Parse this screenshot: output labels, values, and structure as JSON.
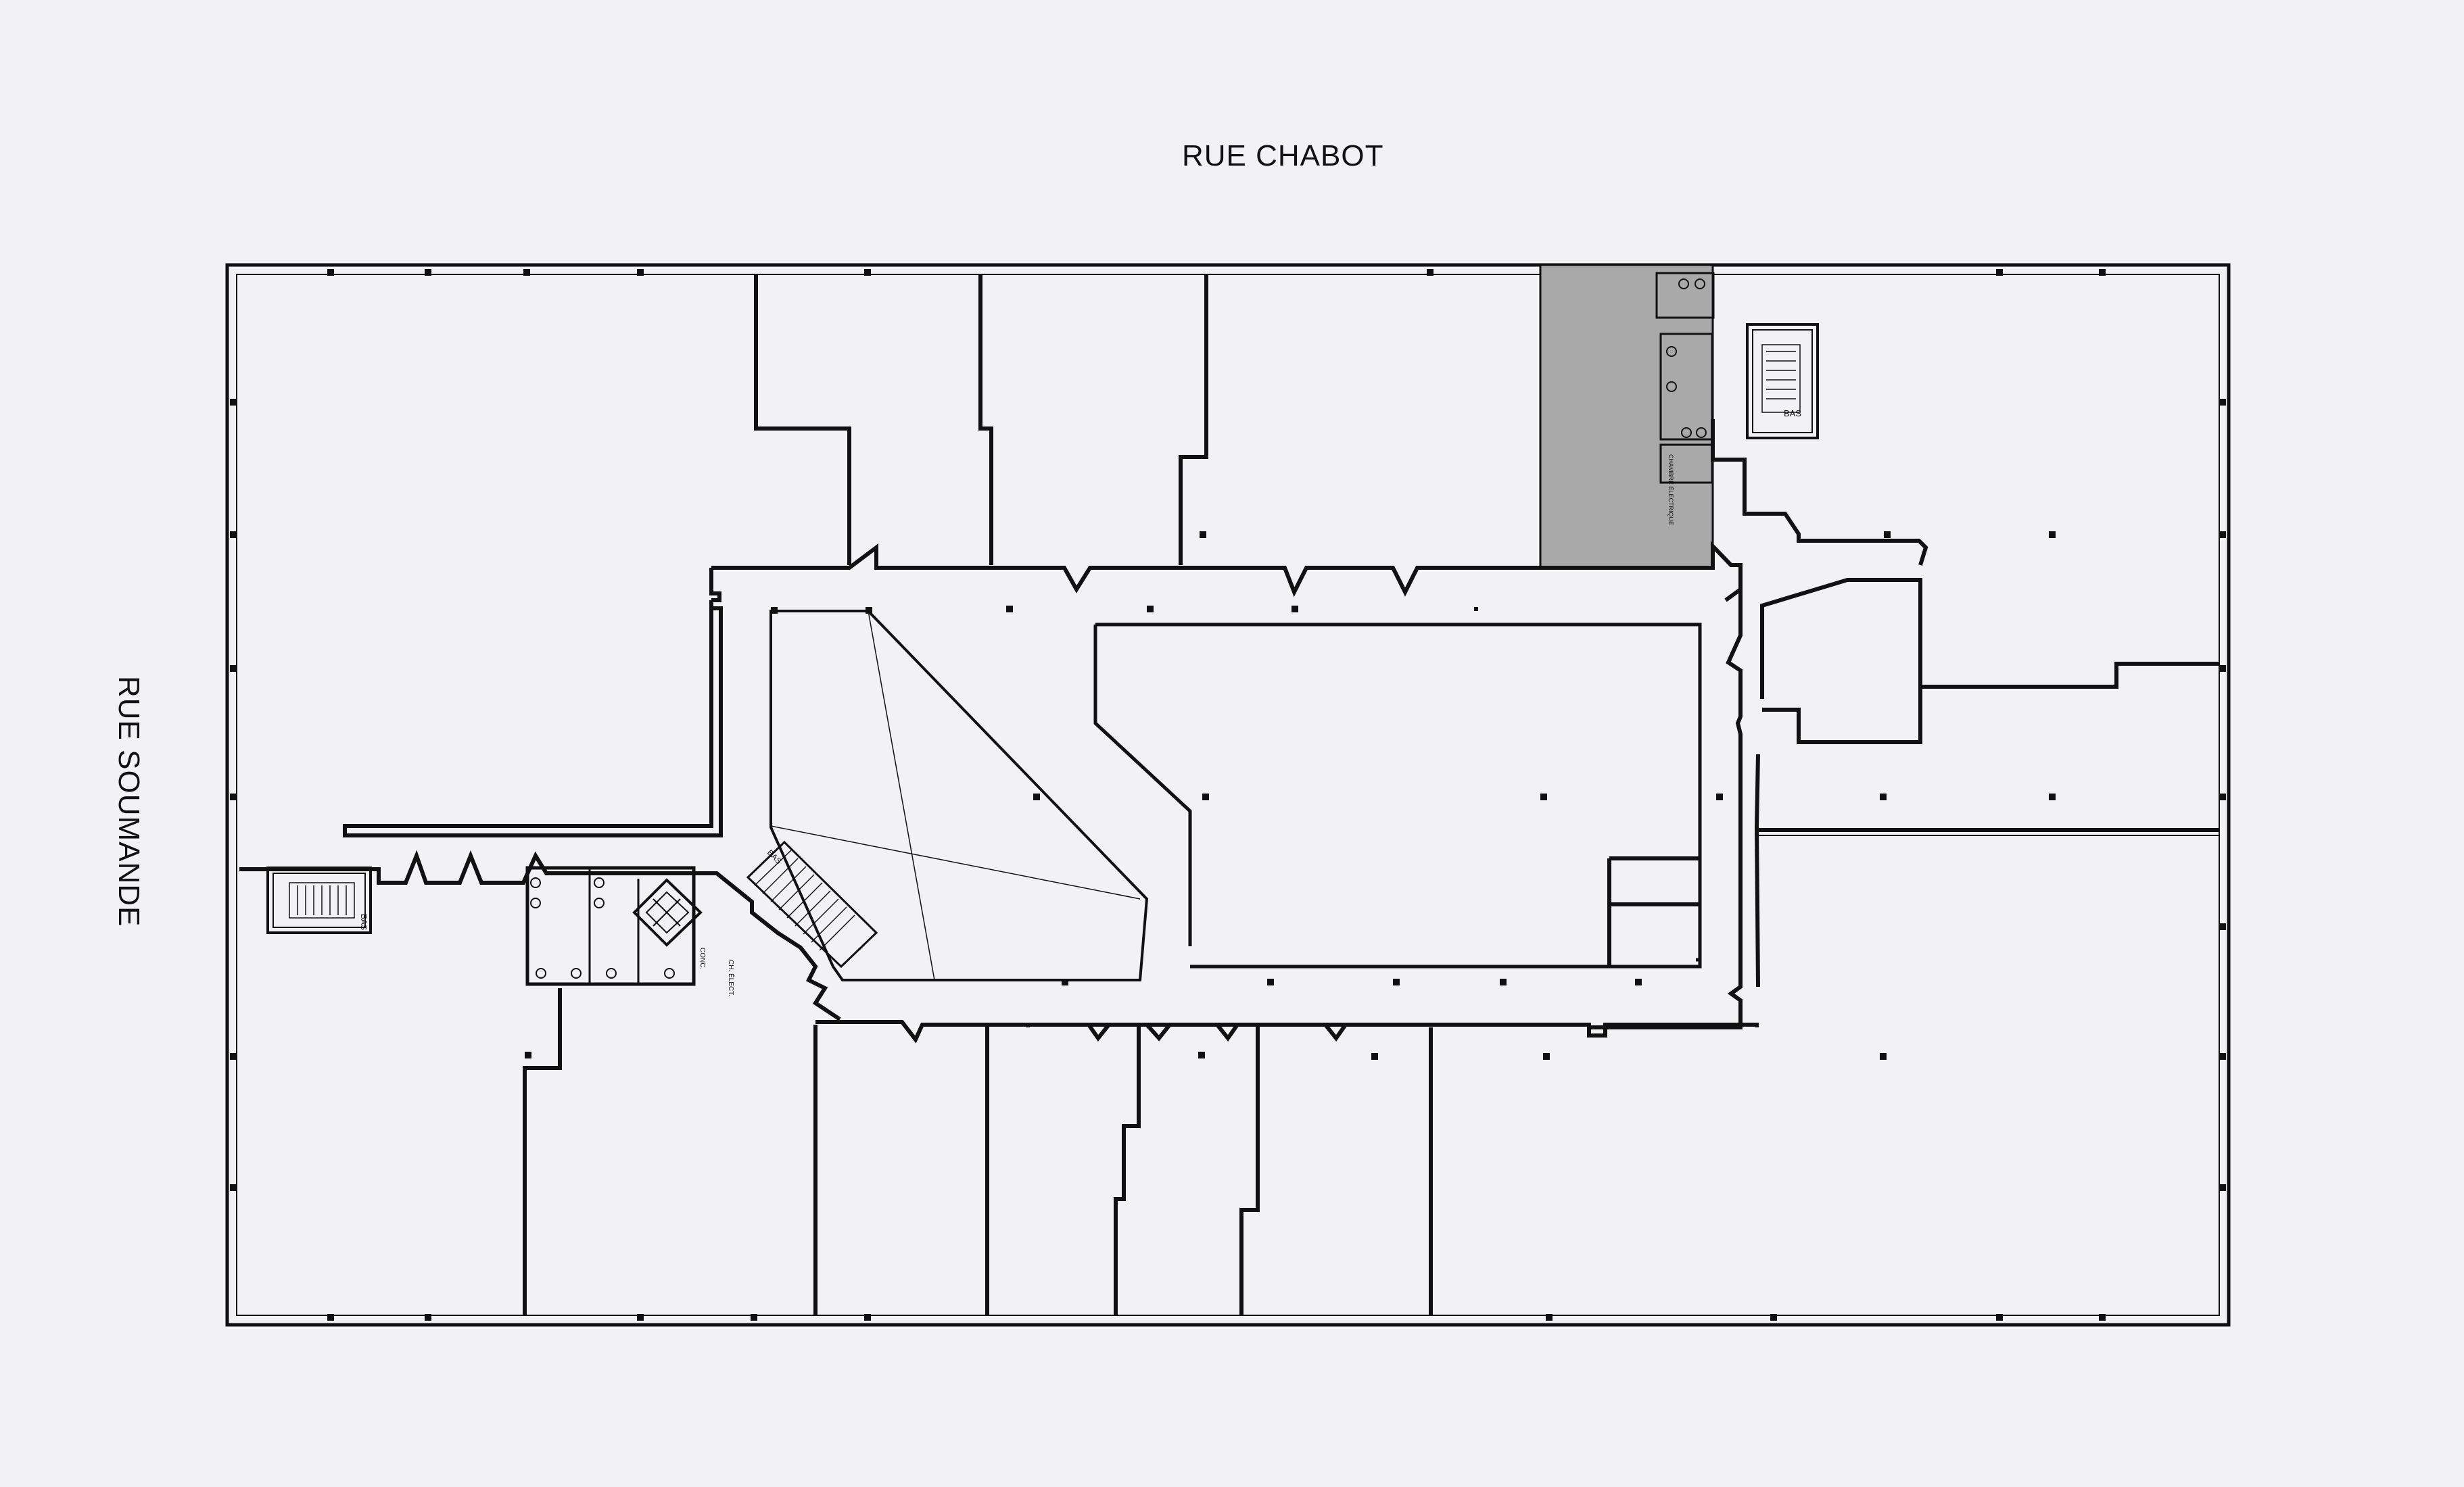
{
  "streets": {
    "top": "RUE CHABOT",
    "left": "RUE SOUMANDE"
  },
  "stair_labels": {
    "stair_west": "BAS",
    "stair_north": "BAS",
    "stair_central": "BAS"
  },
  "room_labels": {
    "electrical": "CH. ÉLECT.",
    "janitor": "CONC.",
    "electrical_north": "CHAMBRE ÉLECTRIQUE"
  },
  "colors": {
    "background": "#f2f1f4",
    "walls": "#111111",
    "highlight_room": "#a9a9a9"
  }
}
